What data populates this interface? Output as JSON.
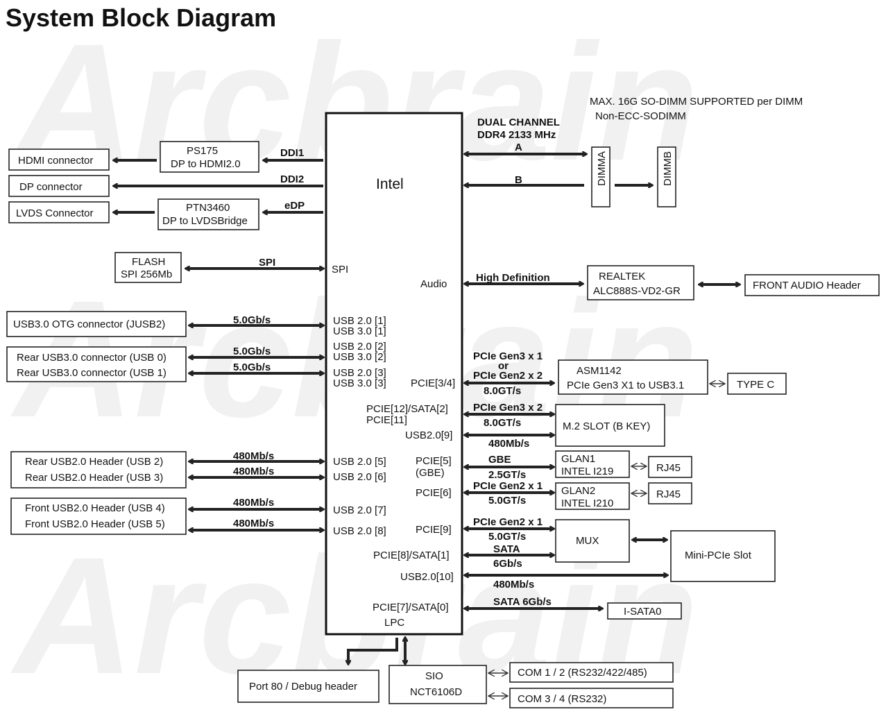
{
  "title": "System Block Diagram",
  "watermark": "Arcbrain",
  "cpu": {
    "name": "Intel",
    "ports": {
      "spi": "SPI",
      "audio": "Audio",
      "usb20_1": "USB 2.0 [1]",
      "usb30_1": "USB 3.0 [1]",
      "usb20_2": "USB 2.0 [2]",
      "usb30_2": "USB 3.0 [2]",
      "usb20_3": "USB 2.0 [3]",
      "usb30_3": "USB 3.0 [3]",
      "usb20_5": "USB 2.0 [5]",
      "usb20_6": "USB 2.0 [6]",
      "usb20_7": "USB 2.0 [7]",
      "usb20_8": "USB 2.0 [8]",
      "pcie34": "PCIE[3/4]",
      "pcie12sata2": "PCIE[12]/SATA[2]",
      "pcie11": "PCIE[11]",
      "usb20_9": "USB2.0[9]",
      "pcie5": "PCIE[5]",
      "gbe": "(GBE)",
      "pcie6": "PCIE[6]",
      "pcie9": "PCIE[9]",
      "pcie8sata1": "PCIE[8]/SATA[1]",
      "usb20_10": "USB2.0[10]",
      "pcie7sata0": "PCIE[7]/SATA[0]",
      "lpc": "LPC"
    }
  },
  "memory": {
    "note1": "MAX. 16G SO-DIMM SUPPORTED per DIMM",
    "note2": "Non-ECC-SODIMM",
    "bus1": "DUAL CHANNEL",
    "bus2": "DDR4 2133 MHz",
    "chan_a": "A",
    "chan_b": "B",
    "dimma": "DIMMA",
    "dimmb": "DIMMB"
  },
  "display": {
    "hdmi": "HDMI connector",
    "dp": "DP connector",
    "lvds": "LVDS Connector",
    "ps175_1": "PS175",
    "ps175_2": "DP to HDMI2.0",
    "ptn_1": "PTN3460",
    "ptn_2": "DP to LVDSBridge",
    "ddi1": "DDI1",
    "ddi2": "DDI2",
    "edp": "eDP"
  },
  "flash": {
    "line1": "FLASH",
    "line2": "SPI 256Mb",
    "bus": "SPI"
  },
  "usb": {
    "otg": "USB3.0 OTG connector (JUSB2)",
    "rear0": "Rear USB3.0 connector (USB 0)",
    "rear1": "Rear USB3.0 connector (USB 1)",
    "rear2": "Rear USB2.0 Header (USB 2)",
    "rear3": "Rear USB2.0 Header (USB 3)",
    "front4": "Front USB2.0 Header (USB 4)",
    "front5": "Front USB2.0 Header (USB 5)",
    "speed5g": "5.0Gb/s",
    "speed480": "480Mb/s"
  },
  "audio": {
    "bus": "High Definition",
    "codec1": "REALTEK",
    "codec2": "ALC888S-VD2-GR",
    "front": "FRONT AUDIO Header"
  },
  "pcie": {
    "asm_bus1": "PCIe Gen3 x 1",
    "asm_or": "or",
    "asm_bus2": "PCIe Gen2 x 2",
    "asm_speed": "8.0GT/s",
    "asm1": "ASM1142",
    "asm2": "PCIe Gen3 X1 to USB3.1",
    "typec": "TYPE C",
    "m2_bus": "PCIe Gen3 x 2",
    "m2_speed": "8.0GT/s",
    "m2_usb": "480Mb/s",
    "m2": "M.2 SLOT (B KEY)",
    "gbe_bus": "GBE",
    "gbe_speed": "2.5GT/s",
    "glan1_1": "GLAN1",
    "glan1_2": "INTEL I219",
    "glan2_bus": "PCIe Gen2 x 1",
    "glan2_speed": "5.0GT/s",
    "glan2_1": "GLAN2",
    "glan2_2": "INTEL I210",
    "rj45": "RJ45",
    "mux_bus": "PCIe Gen2 x 1",
    "mux_speed": "5.0GT/s",
    "mux_sata": "SATA",
    "mux_sata_speed": "6Gb/s",
    "mux": "MUX",
    "minipcie": "Mini-PCIe Slot",
    "mini_usb": "480Mb/s",
    "isata_bus": "SATA 6Gb/s",
    "isata": "I-SATA0"
  },
  "lpc": {
    "port80": "Port 80 / Debug header",
    "sio1": "SIO",
    "sio2": "NCT6106D",
    "com12": "COM 1 / 2  (RS232/422/485)",
    "com34": "COM 3 / 4 (RS232)"
  }
}
